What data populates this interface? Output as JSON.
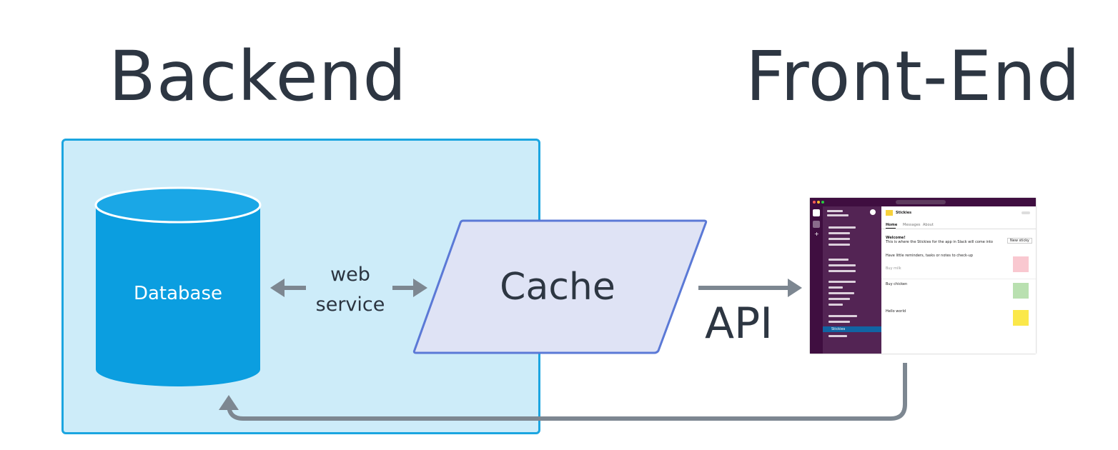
{
  "titles": {
    "backend": "Backend",
    "frontend": "Front-End"
  },
  "nodes": {
    "database": "Database",
    "web_service": "web\nservice",
    "cache": "Cache",
    "api": "API"
  },
  "colors": {
    "backend_fill": "#cdecf9",
    "backend_border": "#1ba5e0",
    "database": "#0b9ee0",
    "cache_fill": "#dfe3f5",
    "cache_border": "#5b79d6",
    "arrow": "#7d8791",
    "app_sidebar": "#532454"
  },
  "app_screenshot": {
    "title": "Stickies",
    "tabs": [
      "Home",
      "Messages",
      "About"
    ],
    "welcome_heading": "Welcome!",
    "welcome_text": "This is where the Stickies for the app in Slack will come into play",
    "action_button": "New sticky",
    "intro_text": "Have little reminders, tasks or notes to check-up",
    "items": [
      {
        "label": "Buy milk",
        "color": "#f9c8d0"
      },
      {
        "label": "Buy chicken",
        "color": "#b9e0b0"
      },
      {
        "label": "Hello world",
        "color": "#fbe84a"
      }
    ],
    "sidebar_active": "Stickies"
  }
}
